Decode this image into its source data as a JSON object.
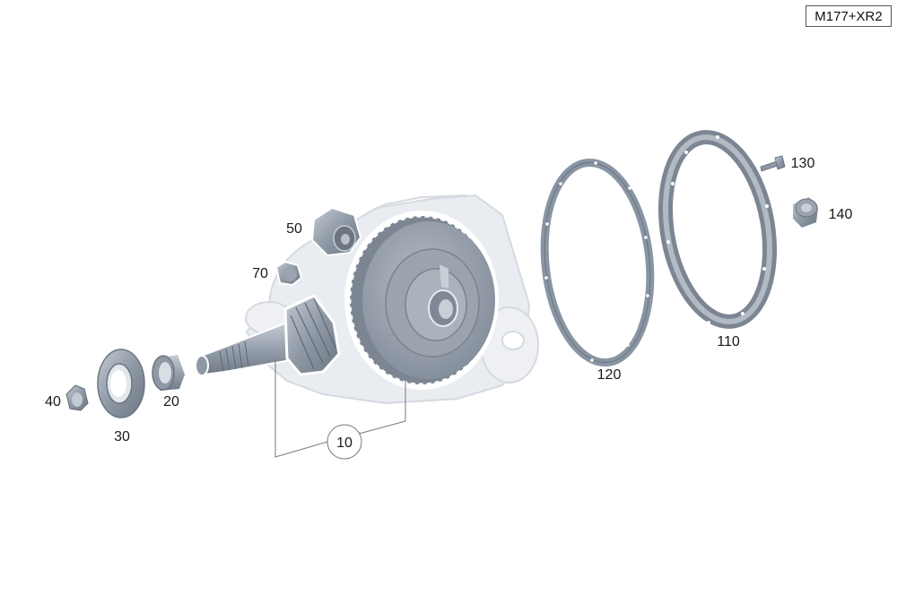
{
  "diagram": {
    "model_code": "M177+XR2",
    "callouts": [
      {
        "id": "p10",
        "number": "10"
      },
      {
        "id": "p20",
        "number": "20"
      },
      {
        "id": "p30",
        "number": "30"
      },
      {
        "id": "p40",
        "number": "40"
      },
      {
        "id": "p50",
        "number": "50"
      },
      {
        "id": "p70",
        "number": "70"
      },
      {
        "id": "p110",
        "number": "110"
      },
      {
        "id": "p120",
        "number": "120"
      },
      {
        "id": "p130",
        "number": "130"
      },
      {
        "id": "p140",
        "number": "140"
      }
    ],
    "colors": {
      "part_steel": "#8f99a6",
      "part_dark": "#6c7683",
      "part_light": "#c3cad3",
      "housing_ghost": "#e9ecf0",
      "housing_edge": "#d5dae0",
      "leader_line": "#777777",
      "label_text": "#1a1a1a"
    }
  }
}
